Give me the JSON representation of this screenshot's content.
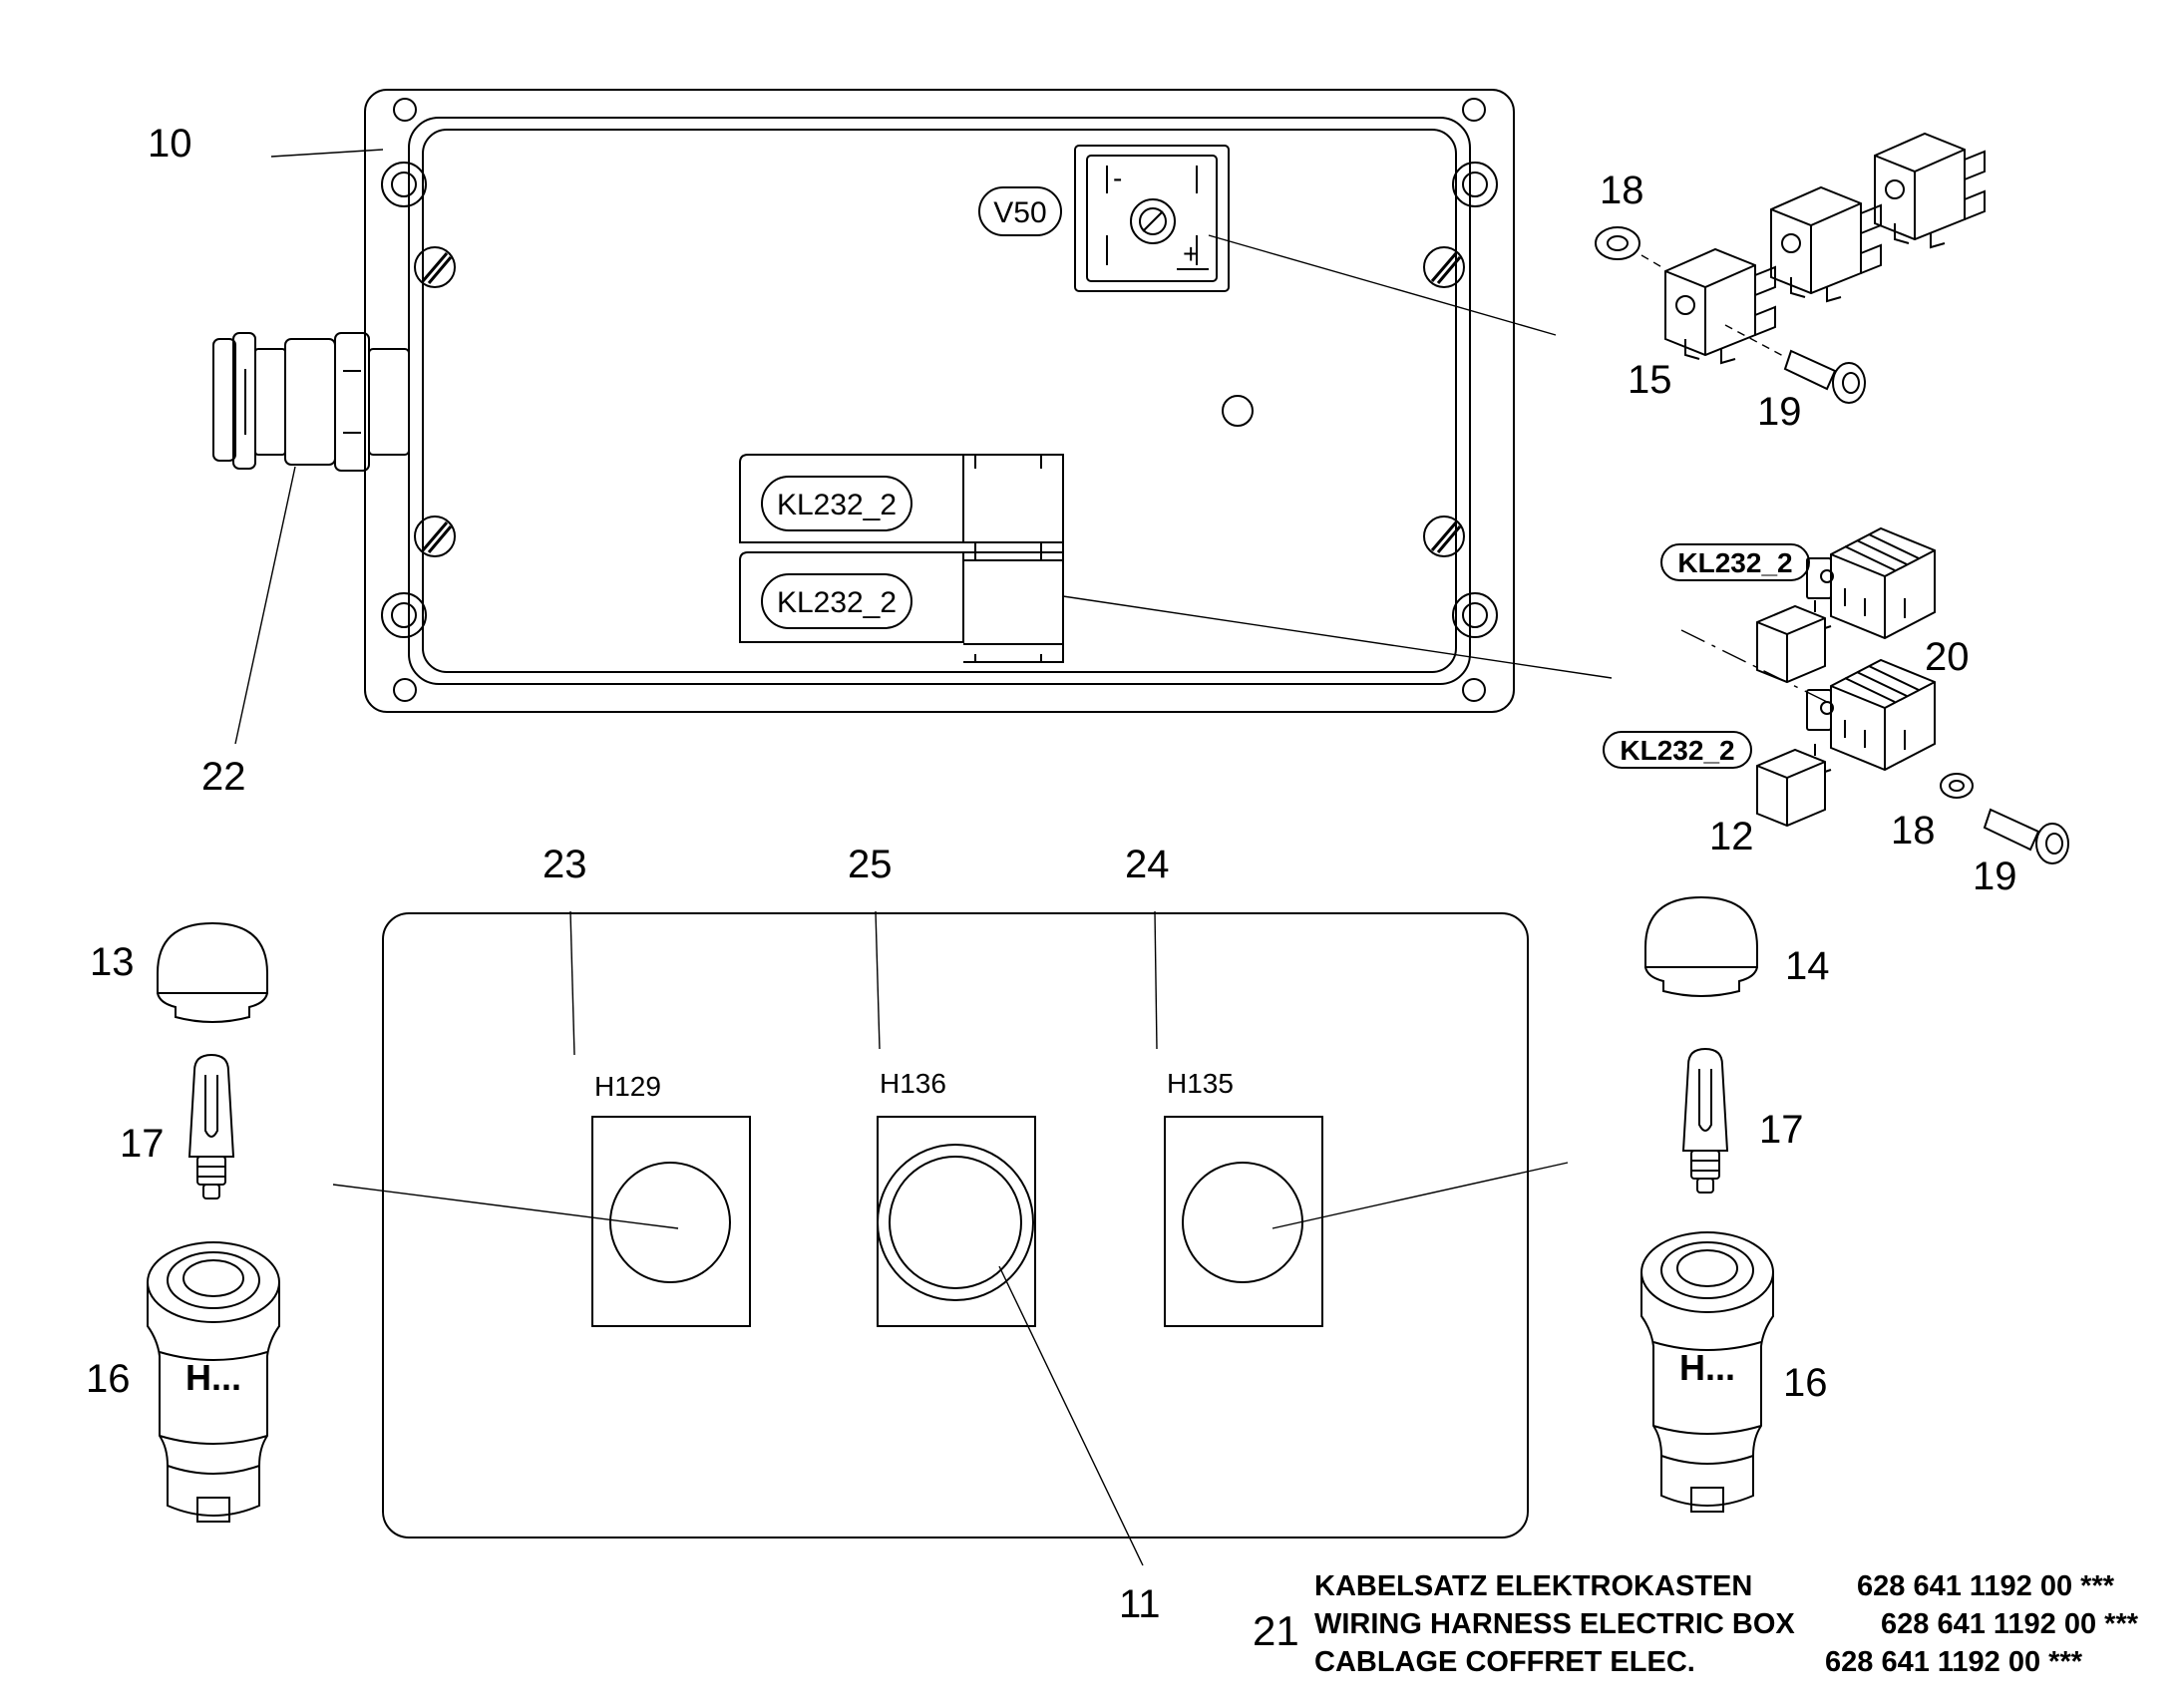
{
  "callouts": {
    "p10": "10",
    "p22": "22",
    "p18a": "18",
    "p15": "15",
    "p19a": "19",
    "p20": "20",
    "p12": "12",
    "p18b": "18",
    "p19b": "19",
    "p23": "23",
    "p25": "25",
    "p24": "24",
    "p13": "13",
    "p17a": "17",
    "p16a": "16",
    "p14": "14",
    "p17b": "17",
    "p16b": "16",
    "p11": "11",
    "p21": "21"
  },
  "labels": {
    "v50": "V50",
    "kl_a": "KL232_2",
    "kl_b": "KL232_2",
    "kl_c": "KL232_2",
    "kl_d": "KL232_2",
    "h129": "H129",
    "h136": "H136",
    "h135": "H135",
    "hdots_left": "H...",
    "hdots_right": "H...",
    "minus": "-",
    "plus": "+"
  },
  "caption": {
    "rows": [
      {
        "desc": "KABELSATZ ELEKTROKASTEN",
        "part": "628 641 1192 00 ***"
      },
      {
        "desc": "WIRING HARNESS ELECTRIC BOX",
        "part": "628 641 1192 00 ***"
      },
      {
        "desc": "CABLAGE COFFRET ELEC.",
        "part": "628 641 1192 00 ***"
      }
    ]
  }
}
